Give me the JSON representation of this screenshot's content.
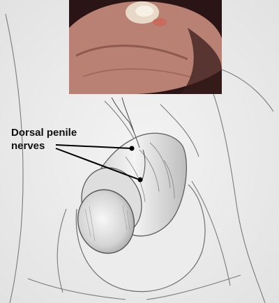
{
  "figure": {
    "callout_lines": [
      "Dorsal penile",
      "nerves"
    ],
    "inset_photo": "clinical-photo-inset",
    "colors": {
      "sketch_stroke": "#6e6e6e",
      "sketch_shade": "#d9d9d9",
      "leader_line": "#000000",
      "photo_background": "#2a1416",
      "skin_tone": "#b98074"
    }
  }
}
